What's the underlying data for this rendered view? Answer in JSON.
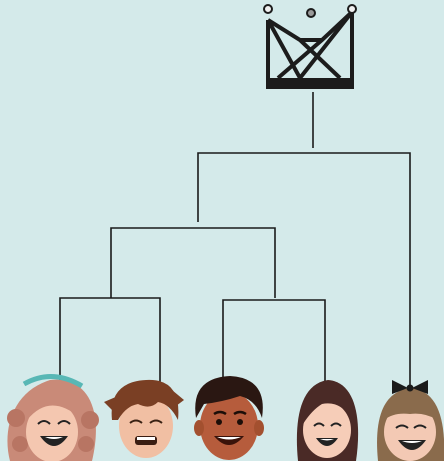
{
  "colors": {
    "background": "#d4eaea",
    "line": "#1a1a1a",
    "crown": "#1c1c1c",
    "skin_light": "#f4c7b0",
    "skin_medium": "#e0977a",
    "skin_dark": "#b65c3c",
    "hair_auburn": "#c98a78",
    "hair_brown": "#7a3f24",
    "hair_dark": "#2a1712",
    "hair_blonde": "#8a6b4c"
  },
  "diagram": {
    "root": {
      "icon": "crown-icon"
    },
    "leaves": [
      {
        "id": "p1",
        "icon": "curly-hair-girl-face-icon"
      },
      {
        "id": "p2",
        "icon": "messy-hair-boy-face-icon"
      },
      {
        "id": "p3",
        "icon": "dark-hair-boy-face-icon"
      },
      {
        "id": "p4",
        "icon": "dark-hair-girl-face-icon"
      },
      {
        "id": "p5",
        "icon": "bow-bangs-girl-face-icon"
      }
    ],
    "structure": [
      [
        "p1",
        "p2"
      ],
      [
        "p3",
        "p4"
      ],
      [
        [
          "p1",
          "p2"
        ],
        [
          "p3",
          "p4"
        ]
      ],
      [
        [
          [
            "p1",
            "p2"
          ],
          [
            "p3",
            "p4"
          ]
        ],
        "p5"
      ]
    ]
  }
}
